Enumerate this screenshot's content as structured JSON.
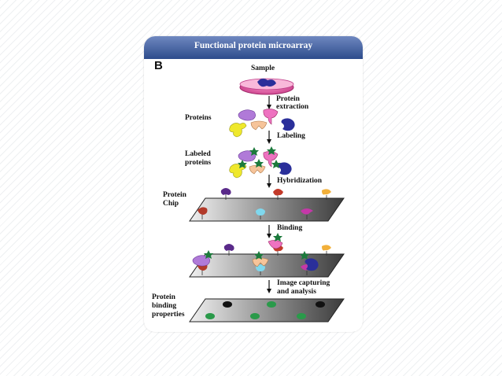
{
  "title": "Functional protein microarray",
  "panel_label": "B",
  "sample_label": "Sample",
  "steps": {
    "protein_extraction": [
      "Protein",
      "extraction"
    ],
    "labeling": "Labeling",
    "hybridization": "Hybridization",
    "binding": "Binding",
    "image_capture": [
      "Image capturing",
      "and analysis"
    ]
  },
  "row_labels": {
    "proteins": "Proteins",
    "labeled_proteins": [
      "Labeled",
      "proteins"
    ],
    "protein_chip": [
      "Protein",
      "Chip"
    ],
    "binding_properties": [
      "Protein",
      "binding",
      "properties"
    ]
  },
  "colors": {
    "title_bar": "#3a5a9a",
    "chip": "#7a7a7a",
    "dish": "#d9438f",
    "purple": "#b07ad8",
    "pink": "#ee72c0",
    "navy": "#2a2f9a",
    "yellow": "#efe82c",
    "peach": "#f6c49a",
    "label_green": "#1c7a3c",
    "red": "#c33a2a",
    "cyan": "#7fd8ee",
    "magenta": "#c438a8",
    "orange": "#f2b03a",
    "spot_black": "#111111",
    "spot_green": "#2a9a4a"
  }
}
